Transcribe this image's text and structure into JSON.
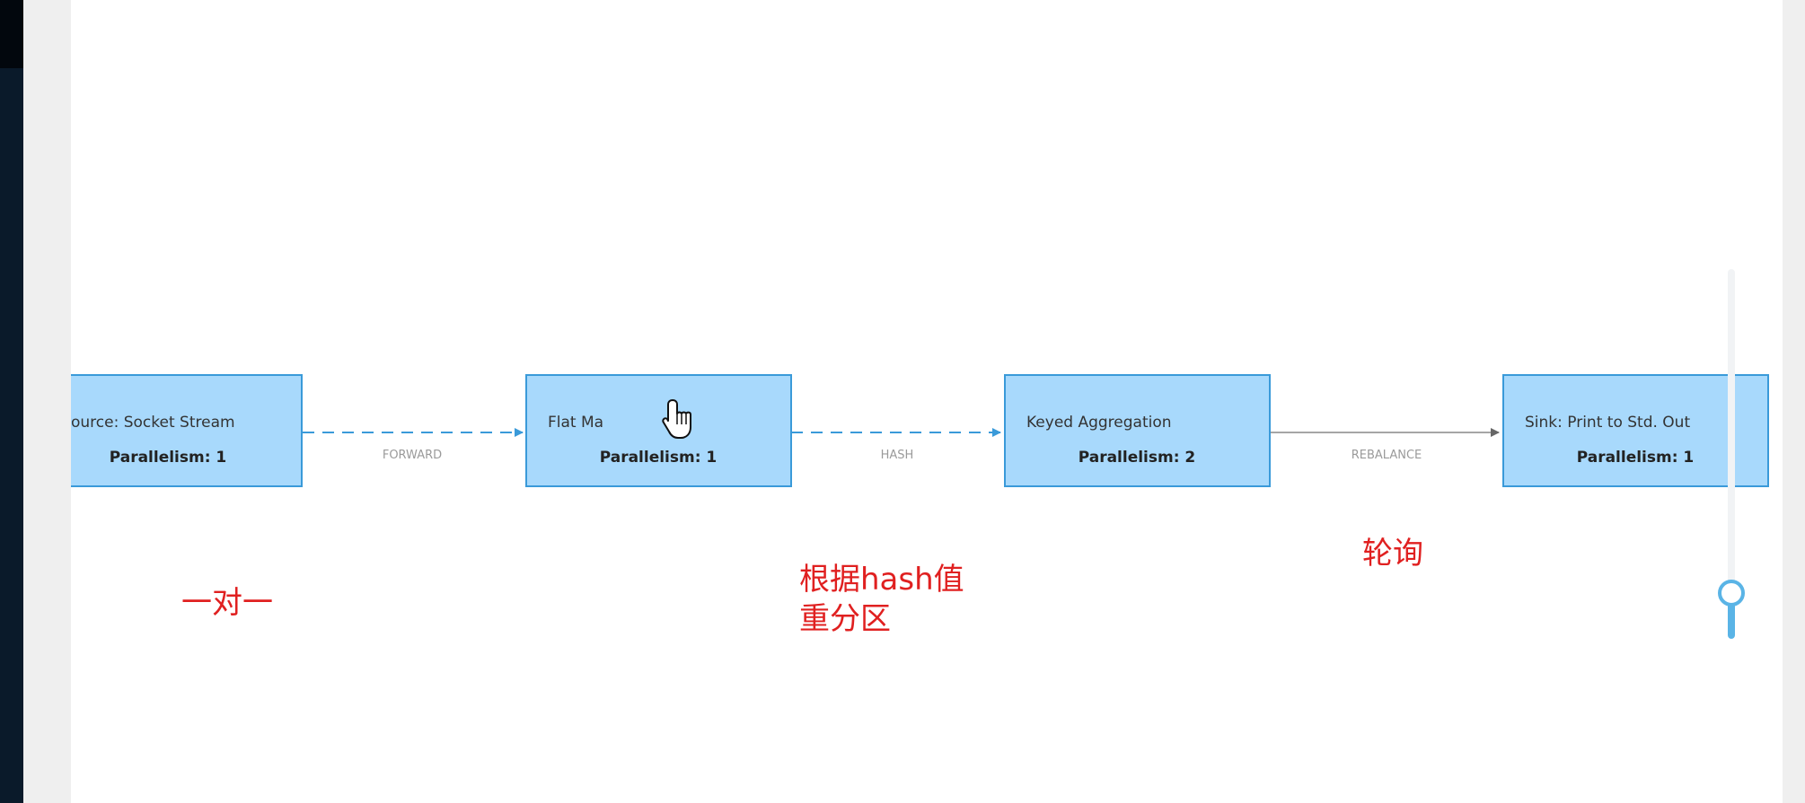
{
  "graph": {
    "nodes": [
      {
        "name": "ource: Socket Stream",
        "parallelism": "Parallelism: 1"
      },
      {
        "name": "Flat Ma",
        "parallelism": "Parallelism: 1"
      },
      {
        "name": "Keyed Aggregation",
        "parallelism": "Parallelism: 2"
      },
      {
        "name": "Sink: Print to Std. Out",
        "parallelism": "Parallelism: 1"
      }
    ],
    "edges": [
      {
        "label": "FORWARD",
        "style": "dashed"
      },
      {
        "label": "HASH",
        "style": "dashed"
      },
      {
        "label": "REBALANCE",
        "style": "solid"
      }
    ]
  },
  "annotations": {
    "forward": "一对一",
    "hash": "根据hash值\n重分区",
    "rebalance": "轮询"
  },
  "colors": {
    "node_fill": "#a8d9fc",
    "node_border": "#3a9ad9",
    "edge_dashed": "#3a9ad9",
    "edge_solid": "#888888",
    "annotation": "#e02020",
    "zoom_accent": "#5ab4e6"
  },
  "icons": {
    "cursor": "hand-pointer-icon"
  }
}
